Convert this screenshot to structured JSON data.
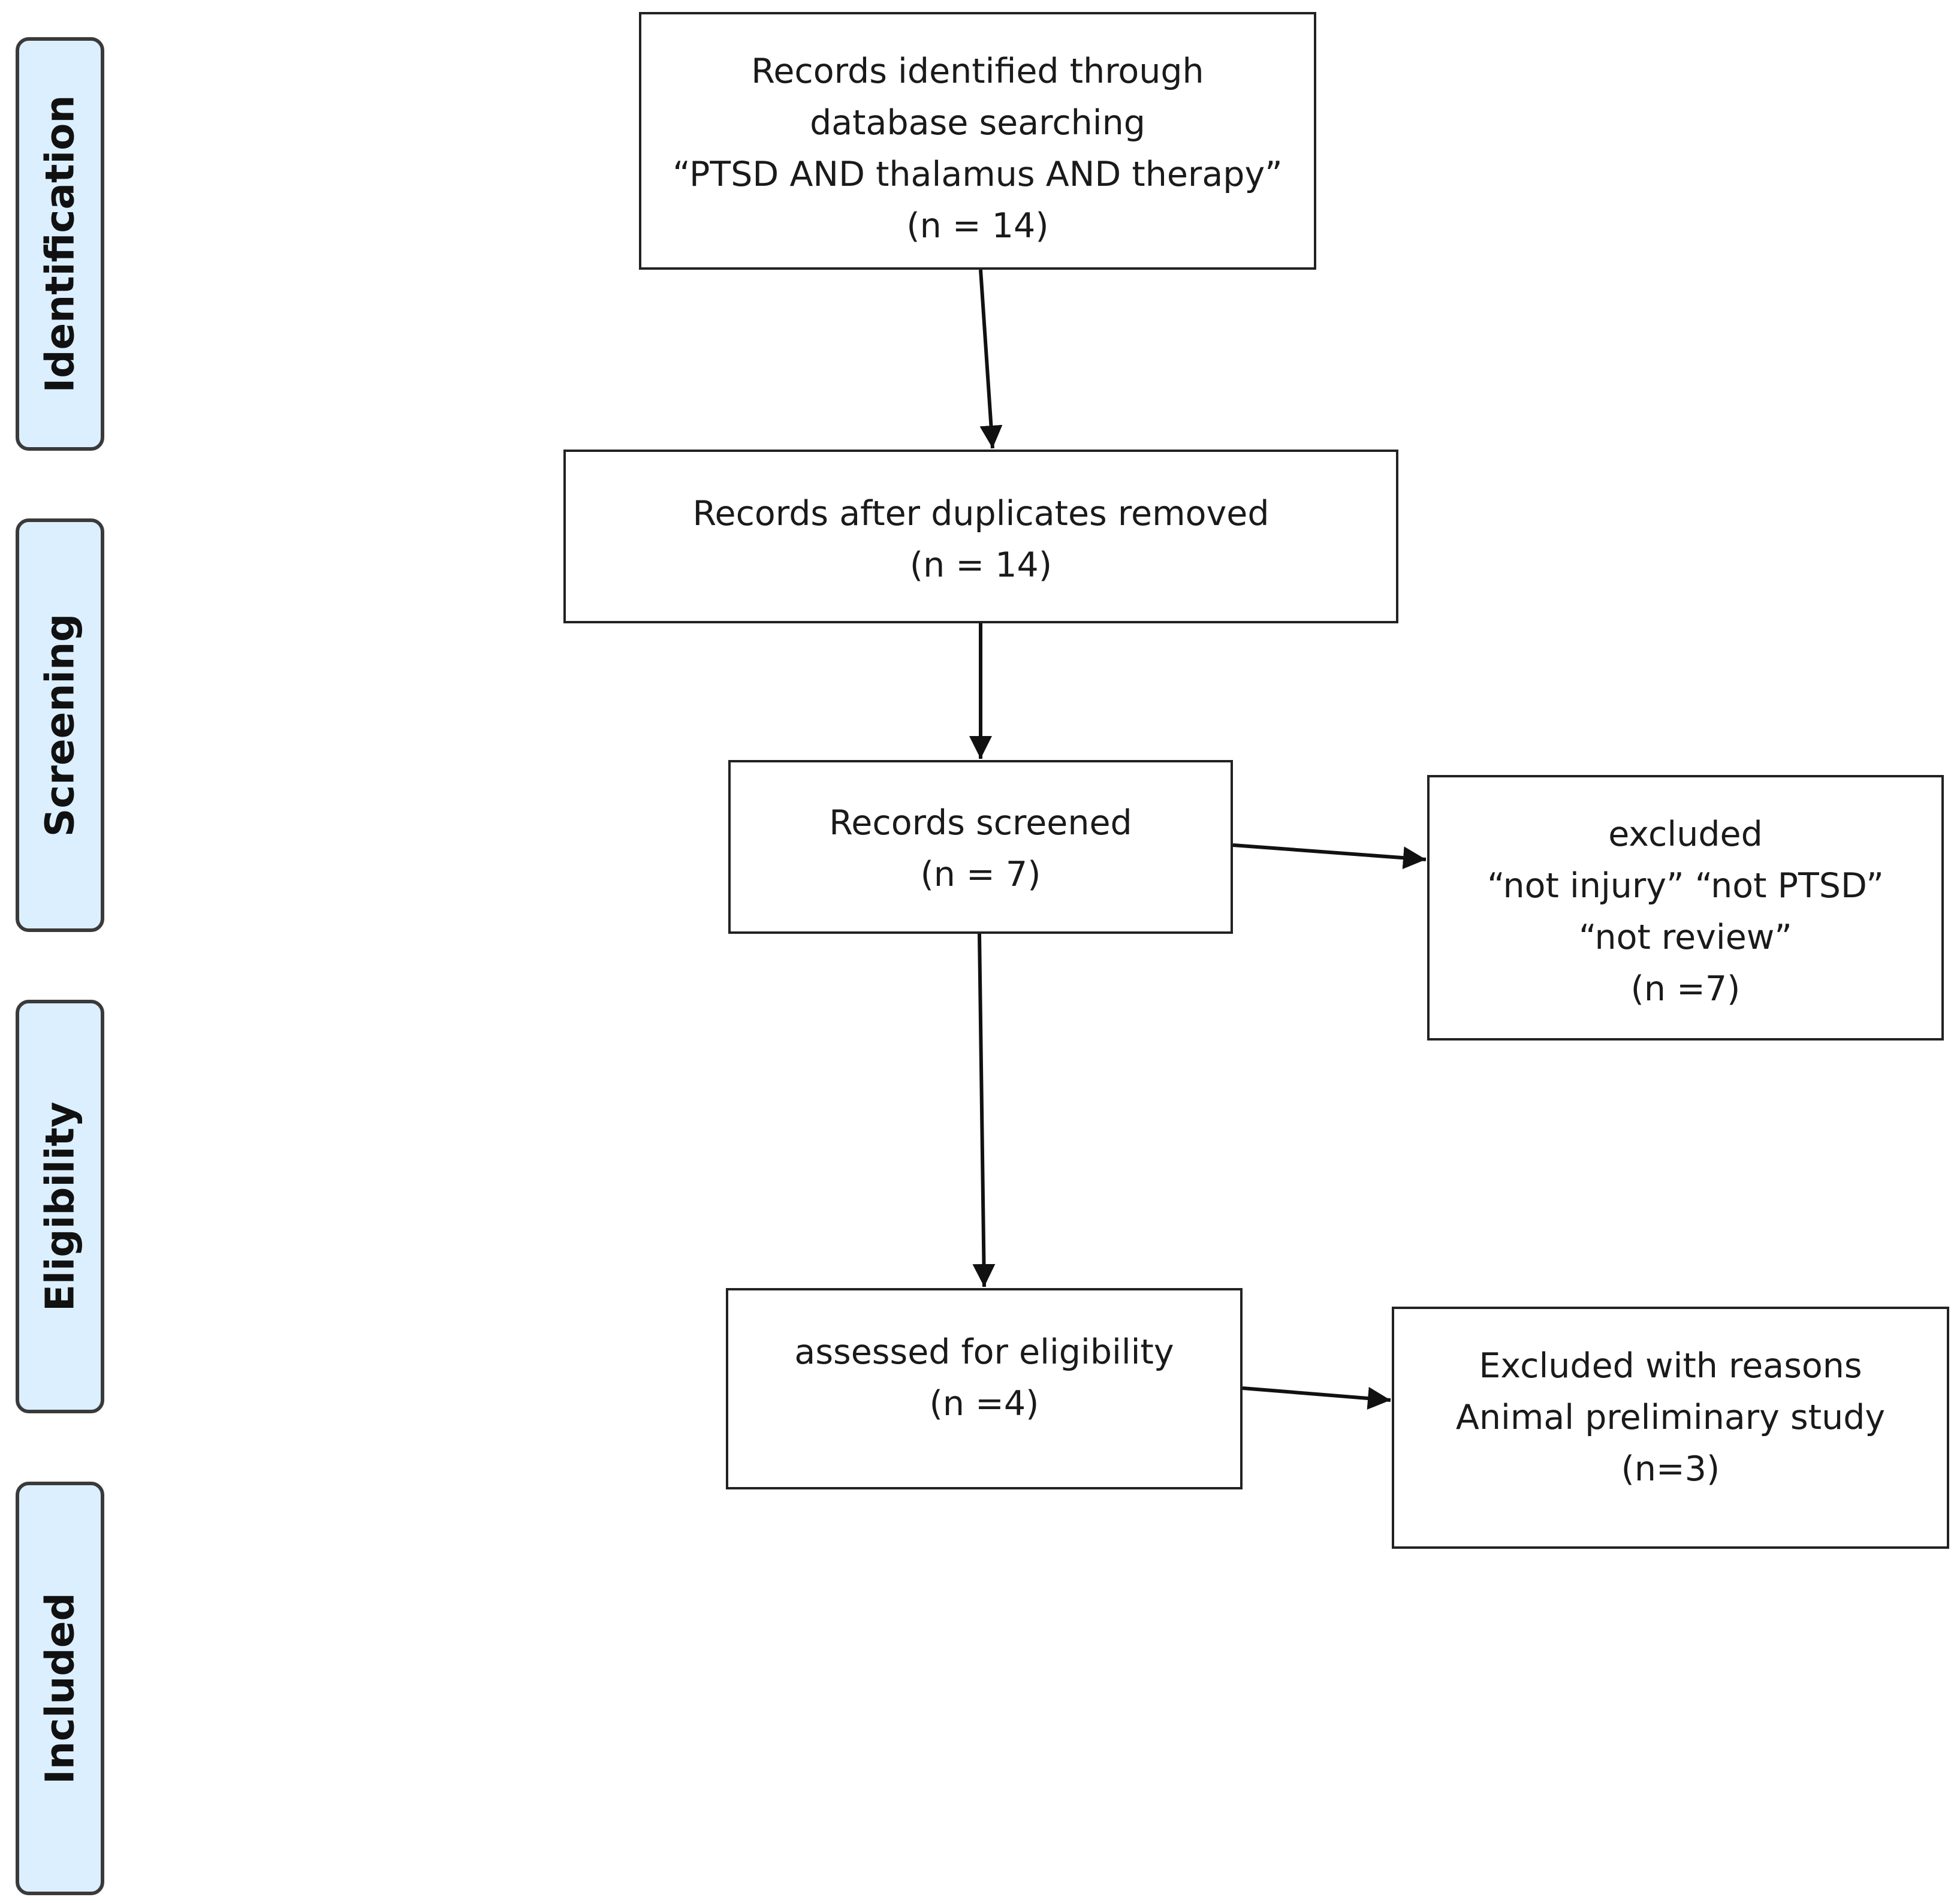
{
  "phases": {
    "identification": "Identification",
    "screening": "Screening",
    "eligibility": "Eligibility",
    "included": "Included"
  },
  "boxes": {
    "identified": {
      "line1": "Records identified through",
      "line2": "database searching",
      "line3": "“PTSD AND thalamus AND therapy”",
      "count": "(n = 14)"
    },
    "duplicates_removed": {
      "line1": "Records after duplicates removed",
      "count": "(n = 14)"
    },
    "screened": {
      "line1": "Records screened",
      "count": "(n =  7)"
    },
    "excluded_screening": {
      "line1": "excluded",
      "line2": "“not injury” “not PTSD”",
      "line3": "“not review”",
      "count": "(n =7)"
    },
    "eligibility": {
      "line1": "assessed for eligibility",
      "count": "(n =4)"
    },
    "excluded_reasons": {
      "line1": "Excluded with reasons",
      "line2": "Animal preliminary study",
      "count": "(n=3)"
    }
  }
}
